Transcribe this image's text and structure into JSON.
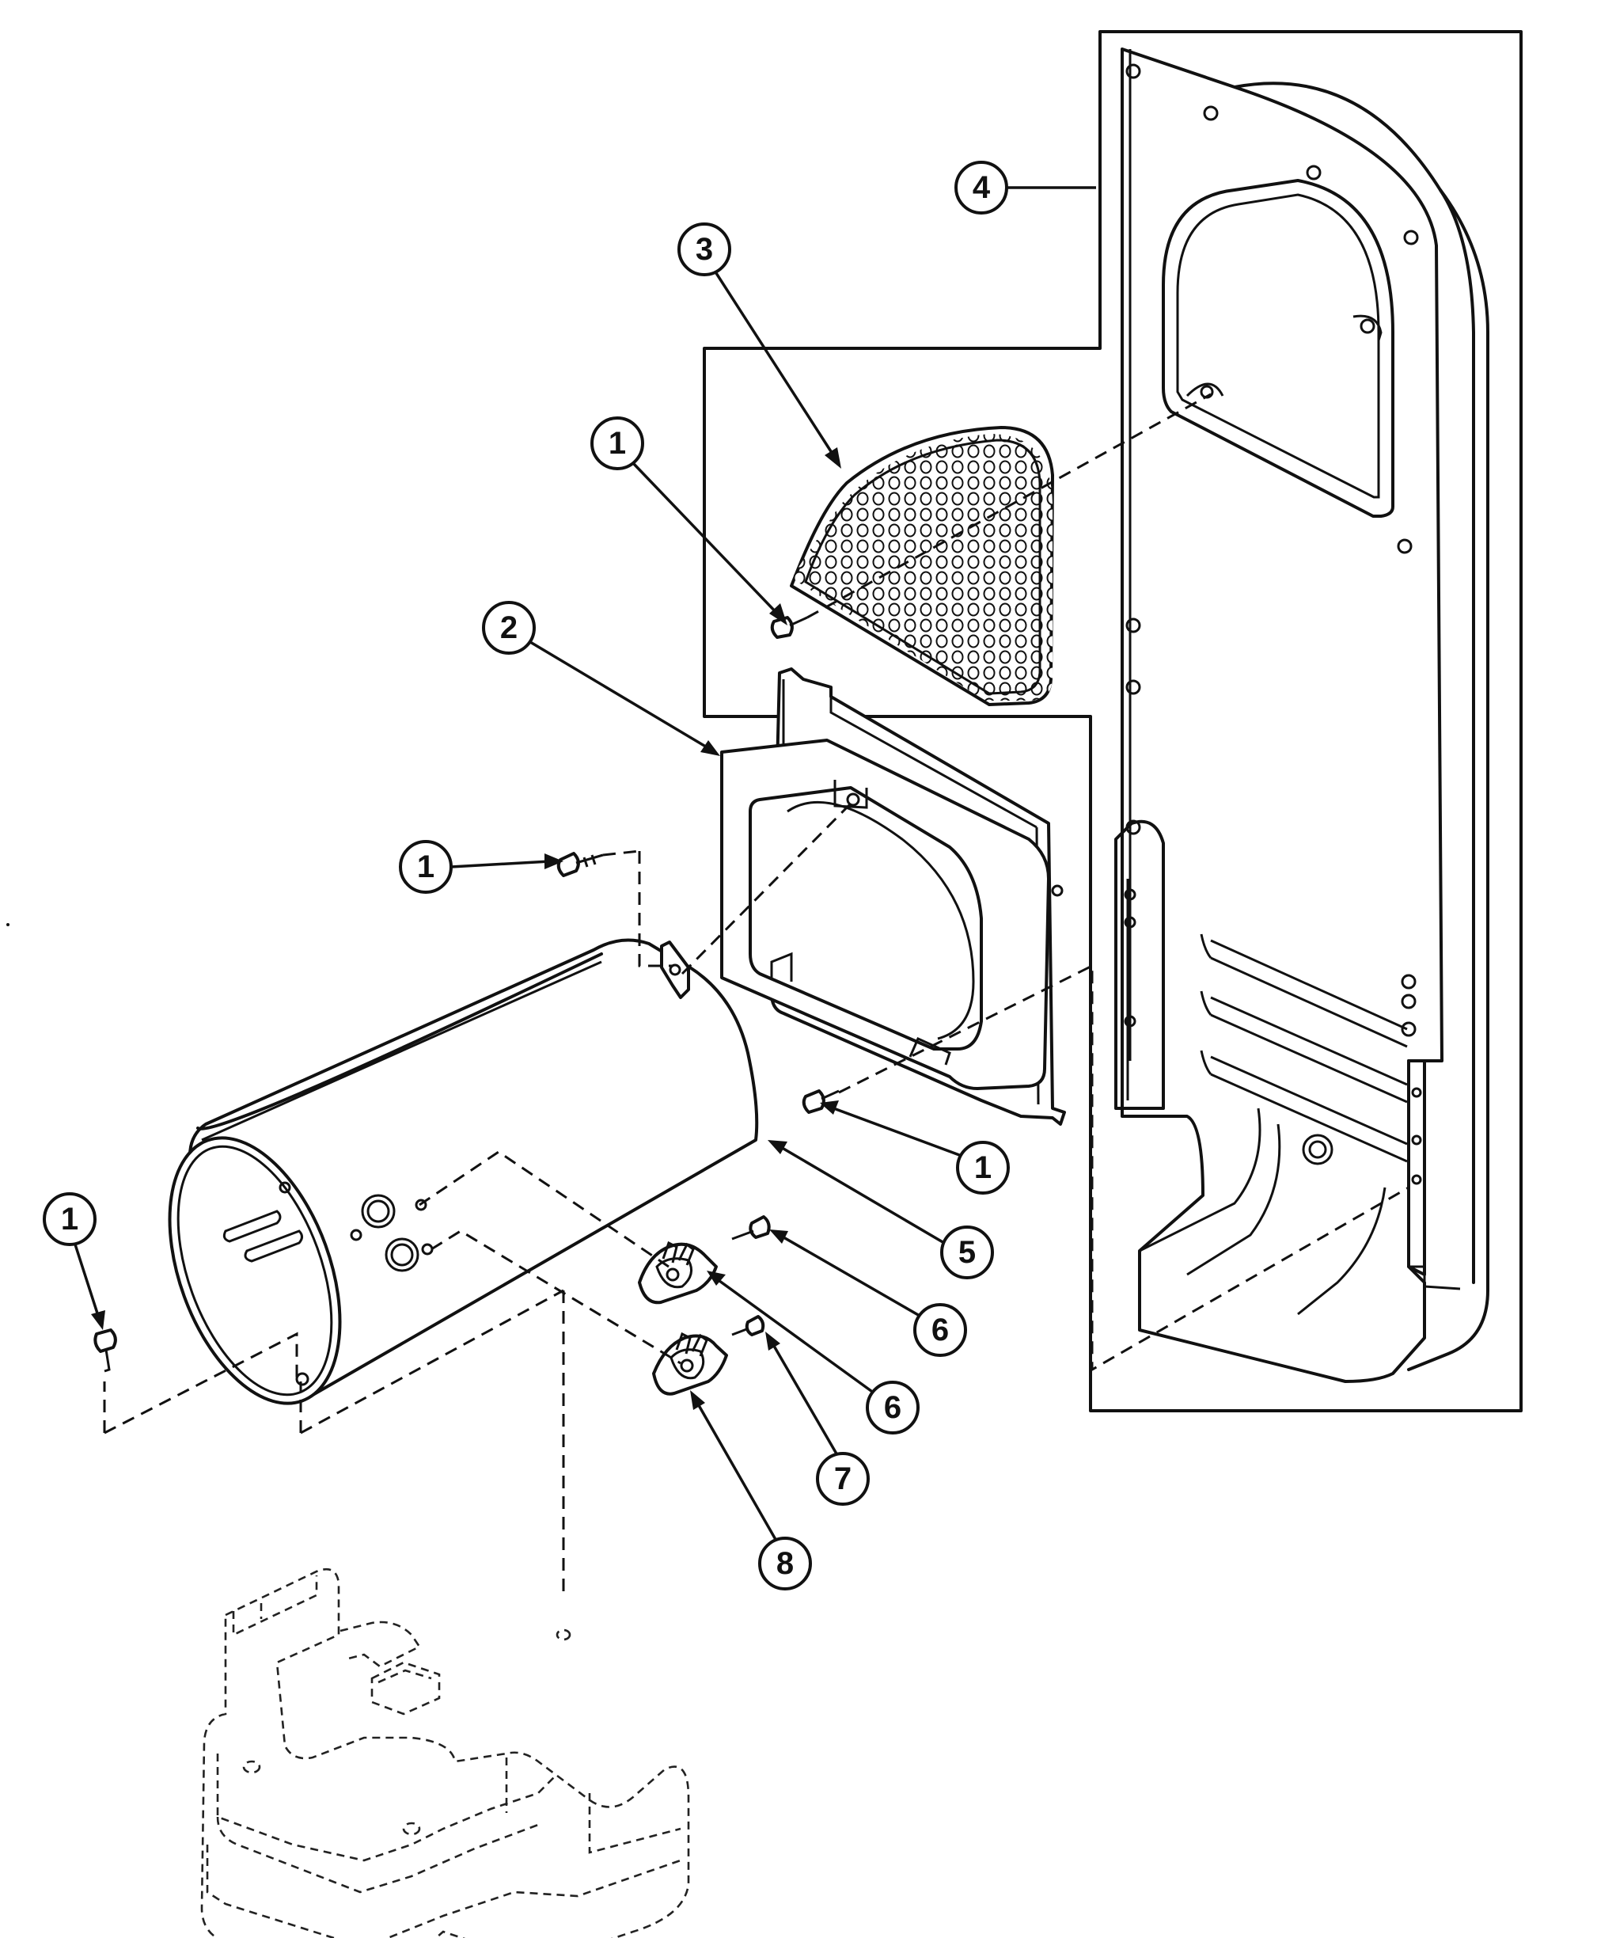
{
  "callouts": [
    {
      "id": "c1a",
      "label": "1"
    },
    {
      "id": "c1b",
      "label": "1"
    },
    {
      "id": "c1c",
      "label": "1"
    },
    {
      "id": "c1d",
      "label": "1"
    },
    {
      "id": "c2",
      "label": "2"
    },
    {
      "id": "c3",
      "label": "3"
    },
    {
      "id": "c4",
      "label": "4"
    },
    {
      "id": "c5",
      "label": "5"
    },
    {
      "id": "c6a",
      "label": "6"
    },
    {
      "id": "c6b",
      "label": "6"
    },
    {
      "id": "c7",
      "label": "7"
    },
    {
      "id": "c8",
      "label": "8"
    }
  ]
}
